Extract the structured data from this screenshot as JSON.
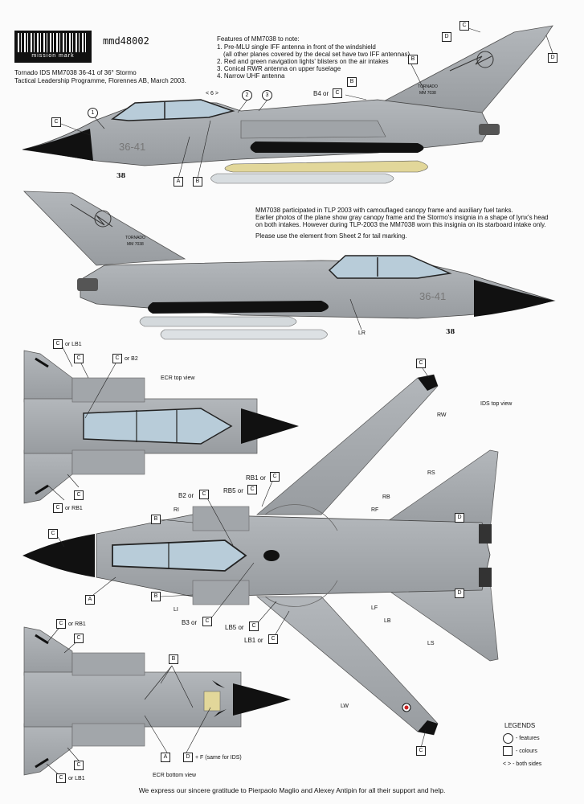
{
  "brand": {
    "logo_text": "mission mark",
    "product_code": "mmd48002"
  },
  "caption": {
    "line1": "Tornado IDS MM7038 36-41 of 36° Stormo",
    "line2": "Tactical Leadership Programme, Florennes AB, March 2003."
  },
  "features": {
    "title": "Features of MM7038 to note:",
    "items": [
      "1. Pre-MLU single IFF antenna in front of the windshield",
      "(all other planes covered by the decal set have two IFF antennas)",
      "2. Red and green navigation lights' blisters on the air intakes",
      "3. Conical RWR antenna on upper fuselage",
      "4. Narrow UHF antenna"
    ]
  },
  "notes": {
    "p1": "MM7038 participated in TLP 2003 with camouflaged canopy frame and auxiliary fuel tanks.",
    "p2": "Earlier photos of the plane show gray canopy frame and the Stormo's insignia in a shape of lynx's head",
    "p3": "on both intakes. However during TLP-2003 the MM7038 worn this insignia on its starboard intake only.",
    "p4": "Please use the element from Sheet 2 for tail marking."
  },
  "aircraft_marks": {
    "code": "36-41",
    "tail_name": "TORNADO",
    "serial": "MM 7038",
    "unit_no": "38"
  },
  "views": {
    "ecr_top": "ECR top view",
    "ids_top": "IDS top view",
    "ecr_bottom": "ECR bottom view"
  },
  "legend": {
    "title": "LEGENDS",
    "features": "- features",
    "colours": "- colours",
    "both_sides": "< > - both sides",
    "both_sides_marker": "< >"
  },
  "side1_labels": {
    "c_nose": "C",
    "one": "1",
    "b4_or": "B4 or",
    "b4_c": "C",
    "b_top": "B",
    "b_tail": "B",
    "c_fin": "C",
    "d_left": "D",
    "d_right": "D",
    "a": "A",
    "b": "B",
    "two": "2",
    "three": "3",
    "both": "< 6 >"
  },
  "side2_labels": {
    "lr": "LR"
  },
  "ecr_top_labels": {
    "c_or_lb1": "or LB1",
    "c_or_b2": "or B2",
    "c_or_rb1": "or RB1",
    "c": "C"
  },
  "ids_labels": {
    "rw": "RW",
    "rs": "RS",
    "rb": "RB",
    "rf": "RF",
    "ri": "RI",
    "li": "LI",
    "lf": "LF",
    "lb": "LB",
    "ls": "LS",
    "lw": "LW",
    "rb1_or": "RB1 or",
    "rb5_or": "RB5 or",
    "b2_or": "B2 or",
    "b3_or": "B3 or",
    "lb5_or": "LB5 or",
    "lb1_or": "LB1 or",
    "c": "C",
    "b": "B",
    "a": "A",
    "d": "D"
  },
  "ecr_bottom_labels": {
    "c_or_rb1": "or RB1",
    "c_or_lb1": "or LB1",
    "d_plus_f": "+ F (same for IDS)"
  },
  "footer": "We express our sincere gratitude to Pierpaolo Maglio and Alexey Antipin for all their support and help.",
  "colors": {
    "grey": "#a9adb1",
    "dark": "#7c8084",
    "black": "#111111",
    "canopy": "#b8ccd9",
    "tank_yellow": "#e2d79a"
  }
}
